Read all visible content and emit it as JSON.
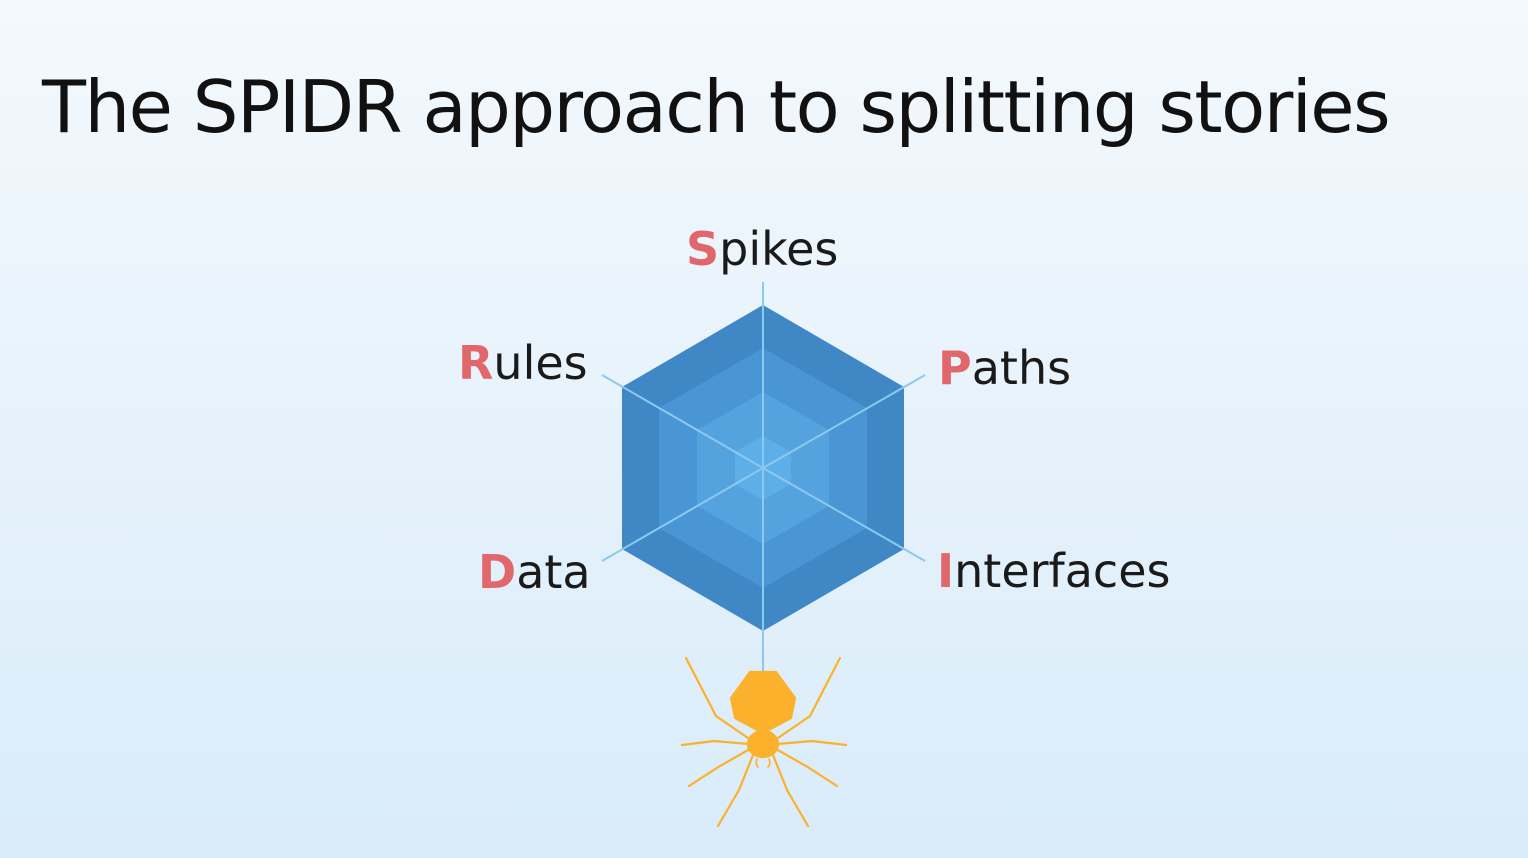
{
  "slide": {
    "title": "The SPIDR approach to splitting stories"
  },
  "spider_web": {
    "colors": {
      "initial_letter": "#e0686c",
      "web_outer": "#3f88c5",
      "web_inner": "#5aa9e6",
      "spokes": "#8cc8f0",
      "spider": "#fbb12b"
    },
    "labels": [
      {
        "key": "spikes",
        "initial": "S",
        "rest": "pikes"
      },
      {
        "key": "paths",
        "initial": "P",
        "rest": "aths"
      },
      {
        "key": "interfaces",
        "initial": "I",
        "rest": "nterfaces"
      },
      {
        "key": "data",
        "initial": "D",
        "rest": "ata"
      },
      {
        "key": "rules",
        "initial": "R",
        "rest": "ules"
      }
    ]
  },
  "spider": {
    "icon": "spider-icon"
  }
}
